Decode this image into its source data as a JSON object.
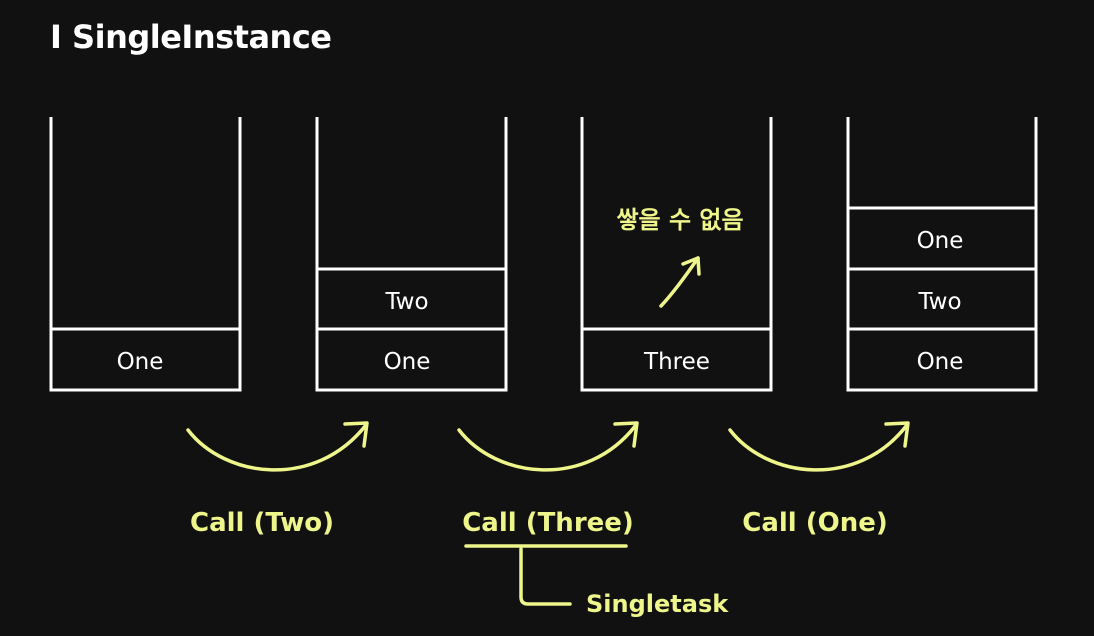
{
  "title": "I SingleInstance",
  "stacks": [
    {
      "slots_bottom_to_top": [
        "One"
      ]
    },
    {
      "slots_bottom_to_top": [
        "One",
        "Two"
      ]
    },
    {
      "slots_bottom_to_top": [
        "Three"
      ],
      "note": "쌓을 수 없음"
    },
    {
      "slots_bottom_to_top": [
        "One",
        "Two",
        "One"
      ]
    }
  ],
  "calls": [
    {
      "label": "Call (Two)"
    },
    {
      "label": "Call (Three)",
      "annotation": "Singletask"
    },
    {
      "label": "Call (One)"
    }
  ],
  "colors": {
    "background": "#111111",
    "stack_lines": "#ffffff",
    "accent": "#eef58a"
  }
}
